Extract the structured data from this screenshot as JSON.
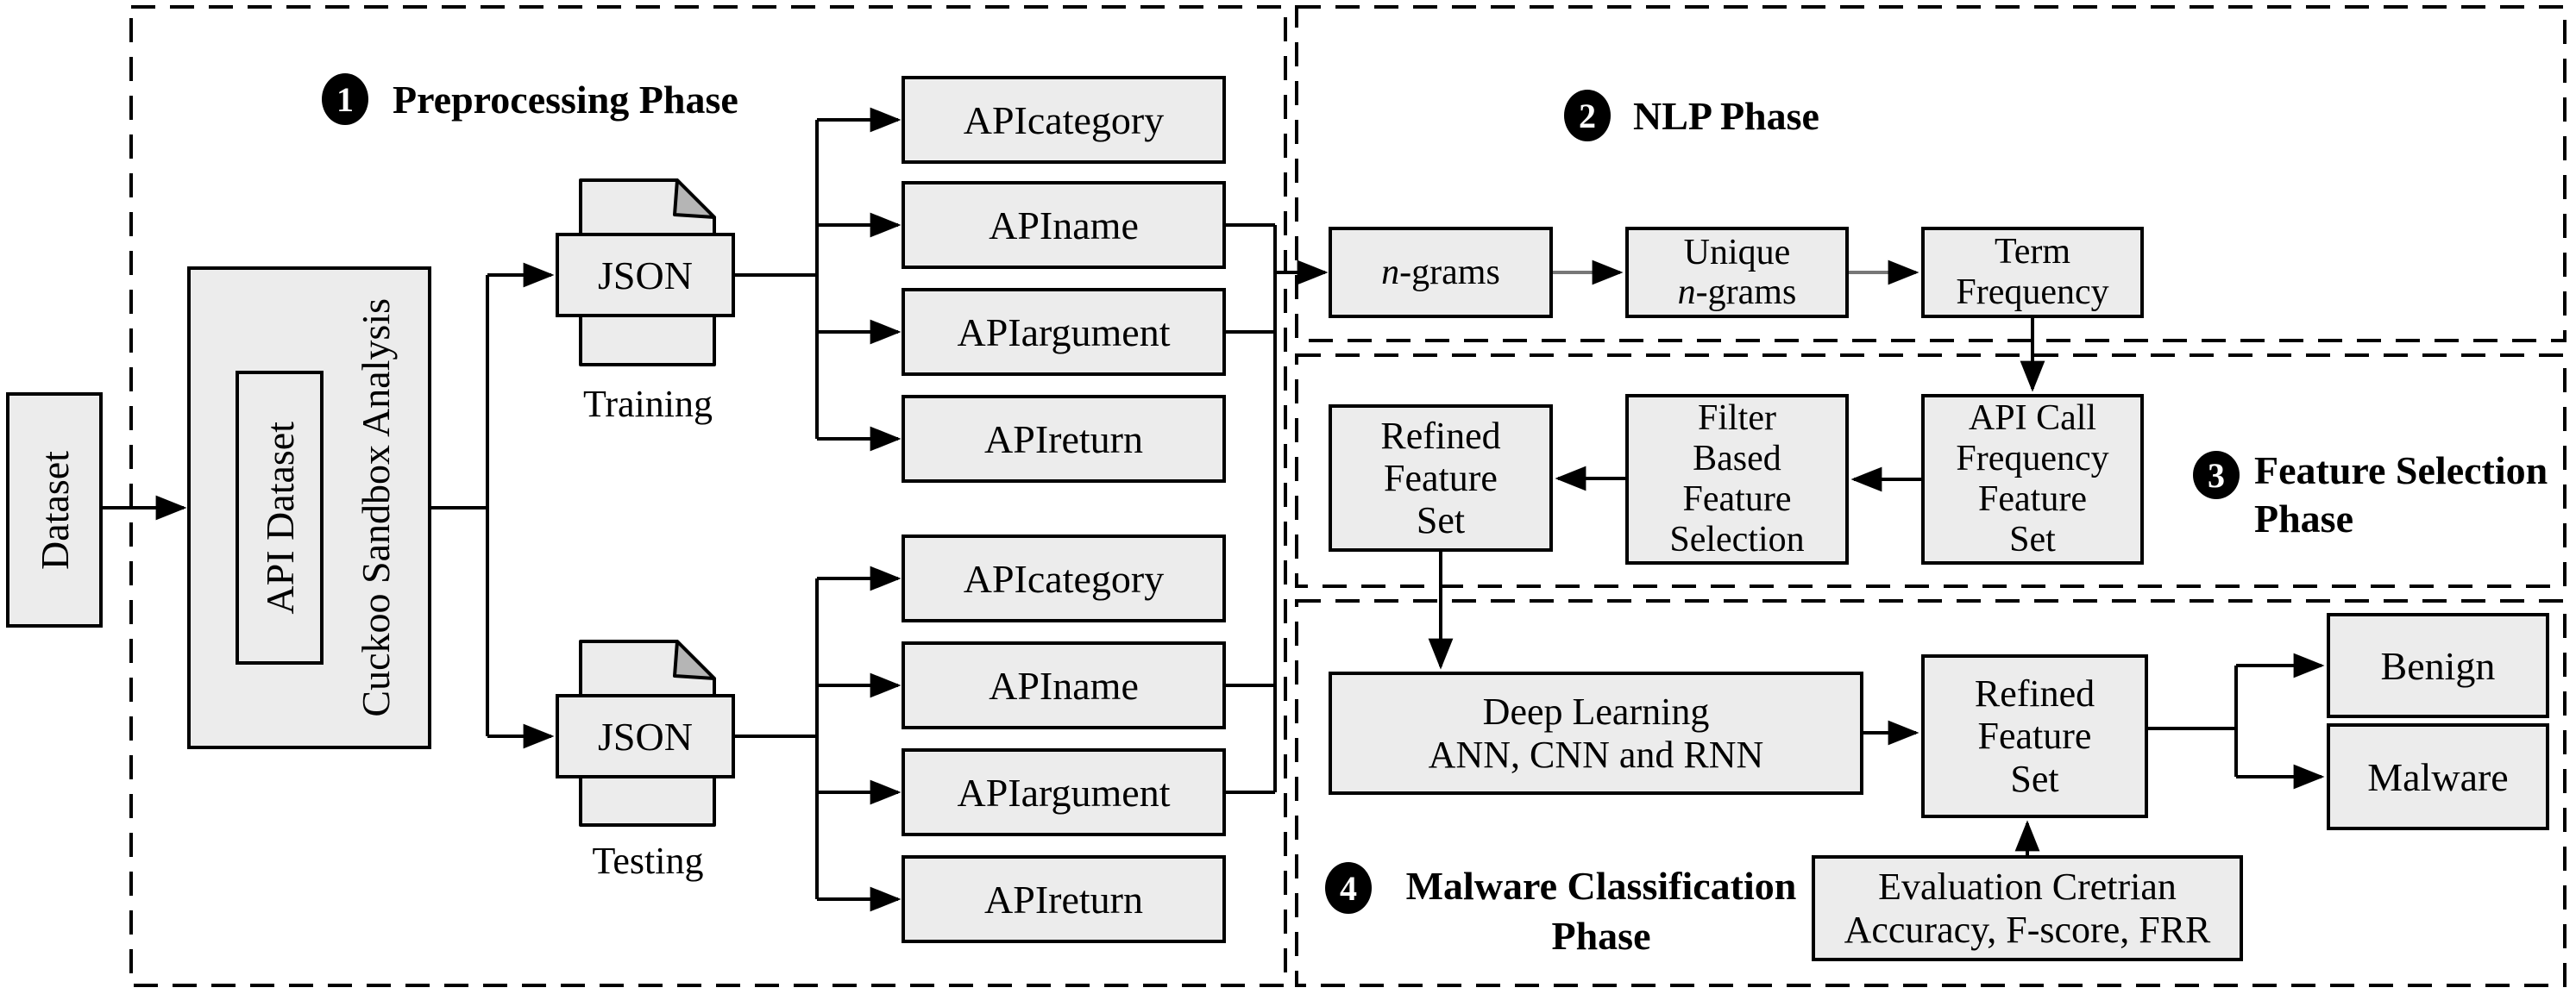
{
  "phases": {
    "preprocessing": {
      "number": "1",
      "title": "Preprocessing Phase"
    },
    "nlp": {
      "number": "2",
      "title": "NLP Phase"
    },
    "feature_selection": {
      "number": "3",
      "title": "Feature Selection\nPhase"
    },
    "malware_classification": {
      "number": "4",
      "title": "Malware Classification\nPhase"
    }
  },
  "nodes": {
    "dataset": {
      "label": "Dataset"
    },
    "cuckoo": {
      "label": "Cuckoo Sandbox Analysis",
      "inner_label": "API Dataset"
    },
    "training": {
      "json_label": "JSON",
      "caption": "Training",
      "outputs": [
        "APIcategory",
        "APIname",
        "APIargument",
        "APIreturn"
      ]
    },
    "testing": {
      "json_label": "JSON",
      "caption": "Testing",
      "outputs": [
        "APIcategory",
        "APIname",
        "APIargument",
        "APIreturn"
      ]
    },
    "nlp": {
      "ngrams_prefix": "n",
      "ngrams_suffix": "-grams",
      "unique_line1": "Unique",
      "term": "Term\nFrequency"
    },
    "feature_selection": {
      "refined": "Refined\nFeature\nSet",
      "filter": "Filter\nBased\nFeature\nSelection",
      "api_call": "API Call\nFrequency\nFeature\nSet"
    },
    "classification": {
      "deep_learning": "Deep Learning\nANN, CNN and RNN",
      "refined": "Refined\nFeature\nSet",
      "benign": "Benign",
      "malware": "Malware",
      "evaluation": "Evaluation Cretrian\nAccuracy, F-score, FRR"
    }
  },
  "colors": {
    "node_fill": "#ececec",
    "border": "#000000",
    "fold_fill": "#b5b5b5",
    "connector_gray": "#777777",
    "background": "#ffffff"
  }
}
